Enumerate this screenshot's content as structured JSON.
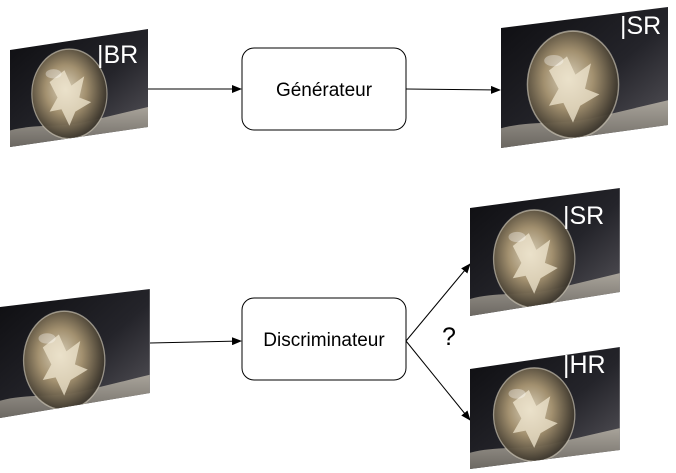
{
  "nodes": {
    "generator": {
      "label": "Générateur"
    },
    "discriminator": {
      "label": "Discriminateur"
    }
  },
  "images": {
    "input_lr": {
      "tag": "BR"
    },
    "gen_output": {
      "tag": "SR"
    },
    "disc_input": {
      "tag": ""
    },
    "candidate_sr": {
      "tag": "SR"
    },
    "candidate_hr": {
      "tag": "HR"
    }
  },
  "question_mark": "?",
  "colors": {
    "box_border": "#000000",
    "image_dark": "#1b1b20",
    "bubble": "#b8a988",
    "arrow": "#000000"
  }
}
